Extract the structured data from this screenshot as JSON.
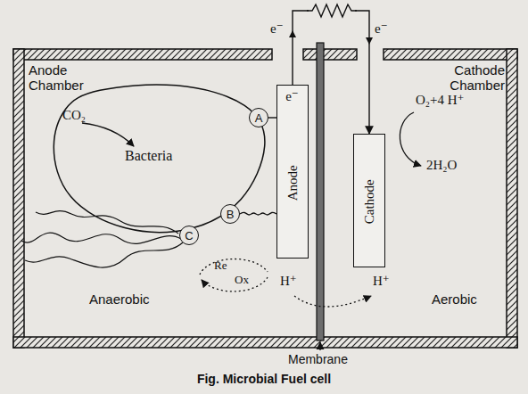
{
  "diagram": {
    "caption": "Fig. Microbial Fuel cell",
    "nodes": [
      {
        "text": [
          "Bacteria"
        ]
      },
      {
        "text": [
          "A"
        ]
      },
      {
        "text": [
          "B"
        ]
      },
      {
        "text": [
          "C"
        ]
      },
      {
        "text": [
          "e⁻",
          "Anode"
        ]
      },
      {
        "text": [
          "Cathode"
        ]
      }
    ],
    "edges": [
      {
        "from": 1,
        "to": 4,
        "arrow": "none"
      },
      {
        "from": 2,
        "to": 4,
        "arrow": "none"
      },
      {
        "from": 4,
        "to": 5,
        "arrow": "to"
      }
    ],
    "labels": [
      "Anode Chamber",
      "Cathode Chamber",
      "CO₂",
      "Re",
      "Ox",
      "Anaerobic",
      "Aerobic",
      "H⁺",
      "H⁺",
      "O₂+4 H⁺",
      "2H₂O",
      "e⁻",
      "e⁻",
      "Membrane"
    ]
  }
}
